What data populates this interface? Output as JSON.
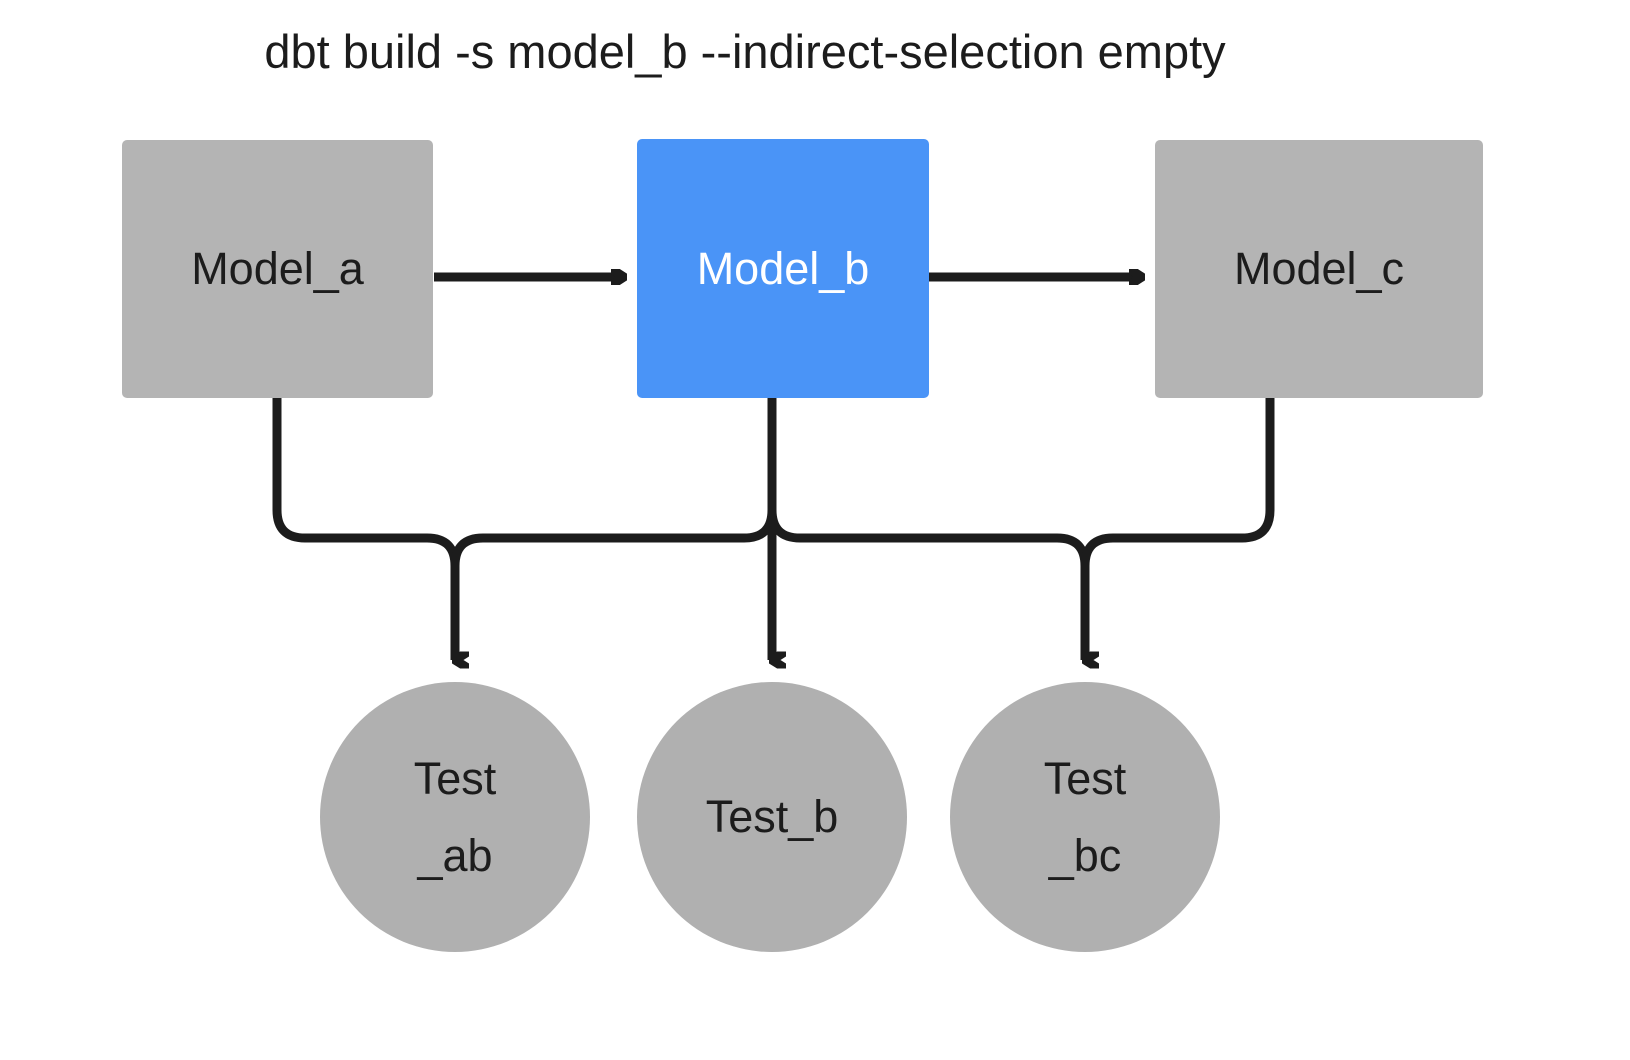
{
  "diagram": {
    "title": "dbt build -s model_b --indirect-selection empty",
    "type": "dag",
    "colors": {
      "selected_node": "#4a94f7",
      "unselected_node": "#b4b4b4",
      "test_node": "#b0b0b0",
      "edge": "#1c1c1c",
      "background": "#ffffff",
      "selected_text": "#ffffff",
      "default_text": "#1c1c1c"
    },
    "models": [
      {
        "id": "model_a",
        "label": "Model_a",
        "state": "unselected"
      },
      {
        "id": "model_b",
        "label": "Model_b",
        "state": "selected"
      },
      {
        "id": "model_c",
        "label": "Model_c",
        "state": "unselected"
      }
    ],
    "tests": [
      {
        "id": "test_ab",
        "line1": "Test",
        "line2": "_ab",
        "state": "unselected"
      },
      {
        "id": "test_b",
        "line1": "Test_b",
        "line2": "",
        "state": "unselected"
      },
      {
        "id": "test_bc",
        "line1": "Test",
        "line2": "_bc",
        "state": "unselected"
      }
    ],
    "edges": [
      {
        "from": "model_a",
        "to": "model_b"
      },
      {
        "from": "model_b",
        "to": "model_c"
      },
      {
        "from": "model_a",
        "to": "test_ab"
      },
      {
        "from": "model_b",
        "to": "test_ab"
      },
      {
        "from": "model_b",
        "to": "test_b"
      },
      {
        "from": "model_b",
        "to": "test_bc"
      },
      {
        "from": "model_c",
        "to": "test_bc"
      }
    ]
  }
}
